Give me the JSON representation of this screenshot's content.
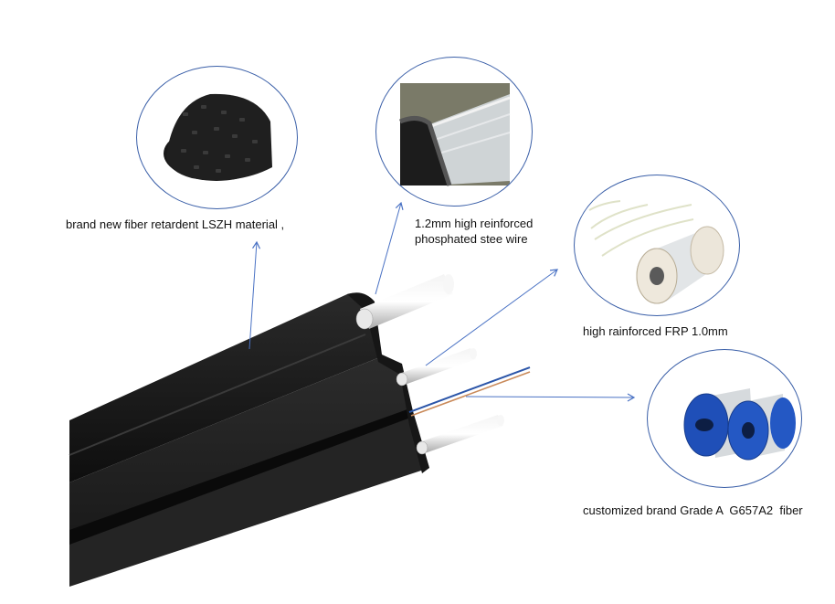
{
  "diagram": {
    "title": "",
    "accent_color": "#4a72c4",
    "components": [
      {
        "id": "lszh",
        "label": "brand new fiber retardent LSZH material ,",
        "image": "black-lszh-pellets"
      },
      {
        "id": "steel",
        "label_line1": "1.2mm high reinforced",
        "label_line2": "phosphated stee wire",
        "image": "phosphated-steel-wire-spool"
      },
      {
        "id": "frp",
        "label": "high rainforced FRP 1.0mm",
        "image": "frp-rod-spool"
      },
      {
        "id": "fiber",
        "label": "customized brand Grade A  G657A2  fiber",
        "image": "blue-fiber-spools"
      }
    ],
    "main_image": "ftth-drop-cable-cross-section"
  }
}
